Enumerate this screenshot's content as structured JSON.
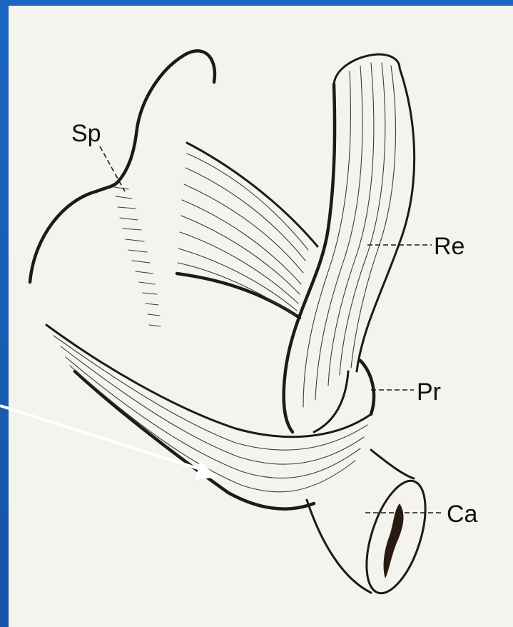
{
  "figure": {
    "labels": {
      "sp": "Sp",
      "re": "Re",
      "pr": "Pr",
      "ca": "Ca"
    },
    "colors": {
      "background": "#1a5fb0",
      "paper": "#f4f3ee",
      "ink": "#1b1b1b",
      "pointer_arrow": "#ffffff"
    }
  }
}
